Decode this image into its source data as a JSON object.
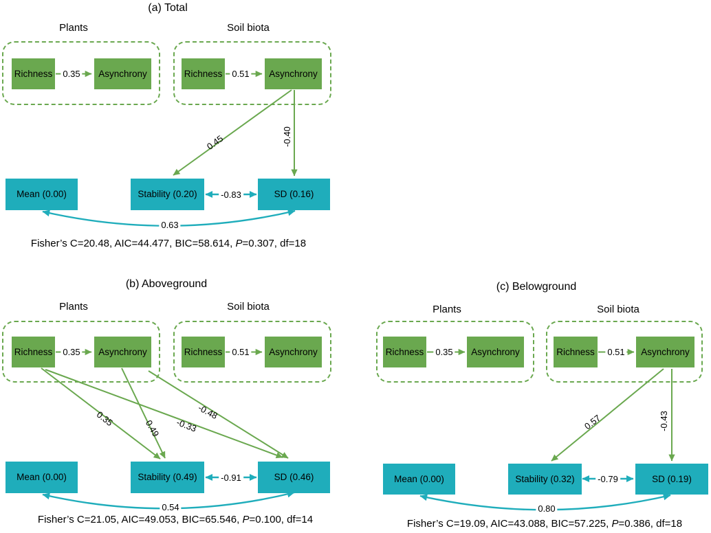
{
  "colors": {
    "green": "#6aa84f",
    "teal": "#1fadbb"
  },
  "panels": [
    {
      "title": "(a) Total",
      "groups": [
        {
          "label": "Plants",
          "richness": "Richness",
          "asynchrony": "Asynchrony",
          "coef": "0.35"
        },
        {
          "label": "Soil biota",
          "richness": "Richness",
          "asynchrony": "Asynchrony",
          "coef": "0.51"
        }
      ],
      "bottom": {
        "mean": "Mean (0.00)",
        "stability": "Stability (0.20)",
        "sd": "SD (0.16)"
      },
      "paths": {
        "asynchrony_to_stability": "0.45",
        "asynchrony_to_sd": "-0.40",
        "stability_sd_cov": "-0.83",
        "mean_sd_cov": "0.63"
      },
      "fit": {
        "before_p": "Fisher’s C=20.48, AIC=44.477, BIC=58.614, ",
        "p": "P",
        "after_p": "=0.307, df=18"
      }
    },
    {
      "title": "(b) Aboveground",
      "groups": [
        {
          "label": "Plants",
          "richness": "Richness",
          "asynchrony": "Asynchrony",
          "coef": "0.35"
        },
        {
          "label": "Soil biota",
          "richness": "Richness",
          "asynchrony": "Asynchrony",
          "coef": "0.51"
        }
      ],
      "bottom": {
        "mean": "Mean (0.00)",
        "stability": "Stability (0.49)",
        "sd": "SD (0.46)"
      },
      "paths": {
        "richness_to_stability": "0.35",
        "asynchrony_to_stability": "0.49",
        "richness_to_sd": "-0.33",
        "asynchrony_to_sd": "-0.48",
        "stability_sd_cov": "-0.91",
        "mean_sd_cov": "0.54"
      },
      "fit": {
        "before_p": "Fisher’s C=21.05, AIC=49.053, BIC=65.546, ",
        "p": "P",
        "after_p": "=0.100, df=14"
      }
    },
    {
      "title": "(c) Belowground",
      "groups": [
        {
          "label": "Plants",
          "richness": "Richness",
          "asynchrony": "Asynchrony",
          "coef": "0.35"
        },
        {
          "label": "Soil biota",
          "richness": "Richness",
          "asynchrony": "Asynchrony",
          "coef": "0.51"
        }
      ],
      "bottom": {
        "mean": "Mean (0.00)",
        "stability": "Stability (0.32)",
        "sd": "SD (0.19)"
      },
      "paths": {
        "asynchrony_to_stability": "0.57",
        "asynchrony_to_sd": "-0.43",
        "stability_sd_cov": "-0.79",
        "mean_sd_cov": "0.80"
      },
      "fit": {
        "before_p": "Fisher’s C=19.09, AIC=43.088, BIC=57.225, ",
        "p": "P",
        "after_p": "=0.386, df=18"
      }
    }
  ]
}
